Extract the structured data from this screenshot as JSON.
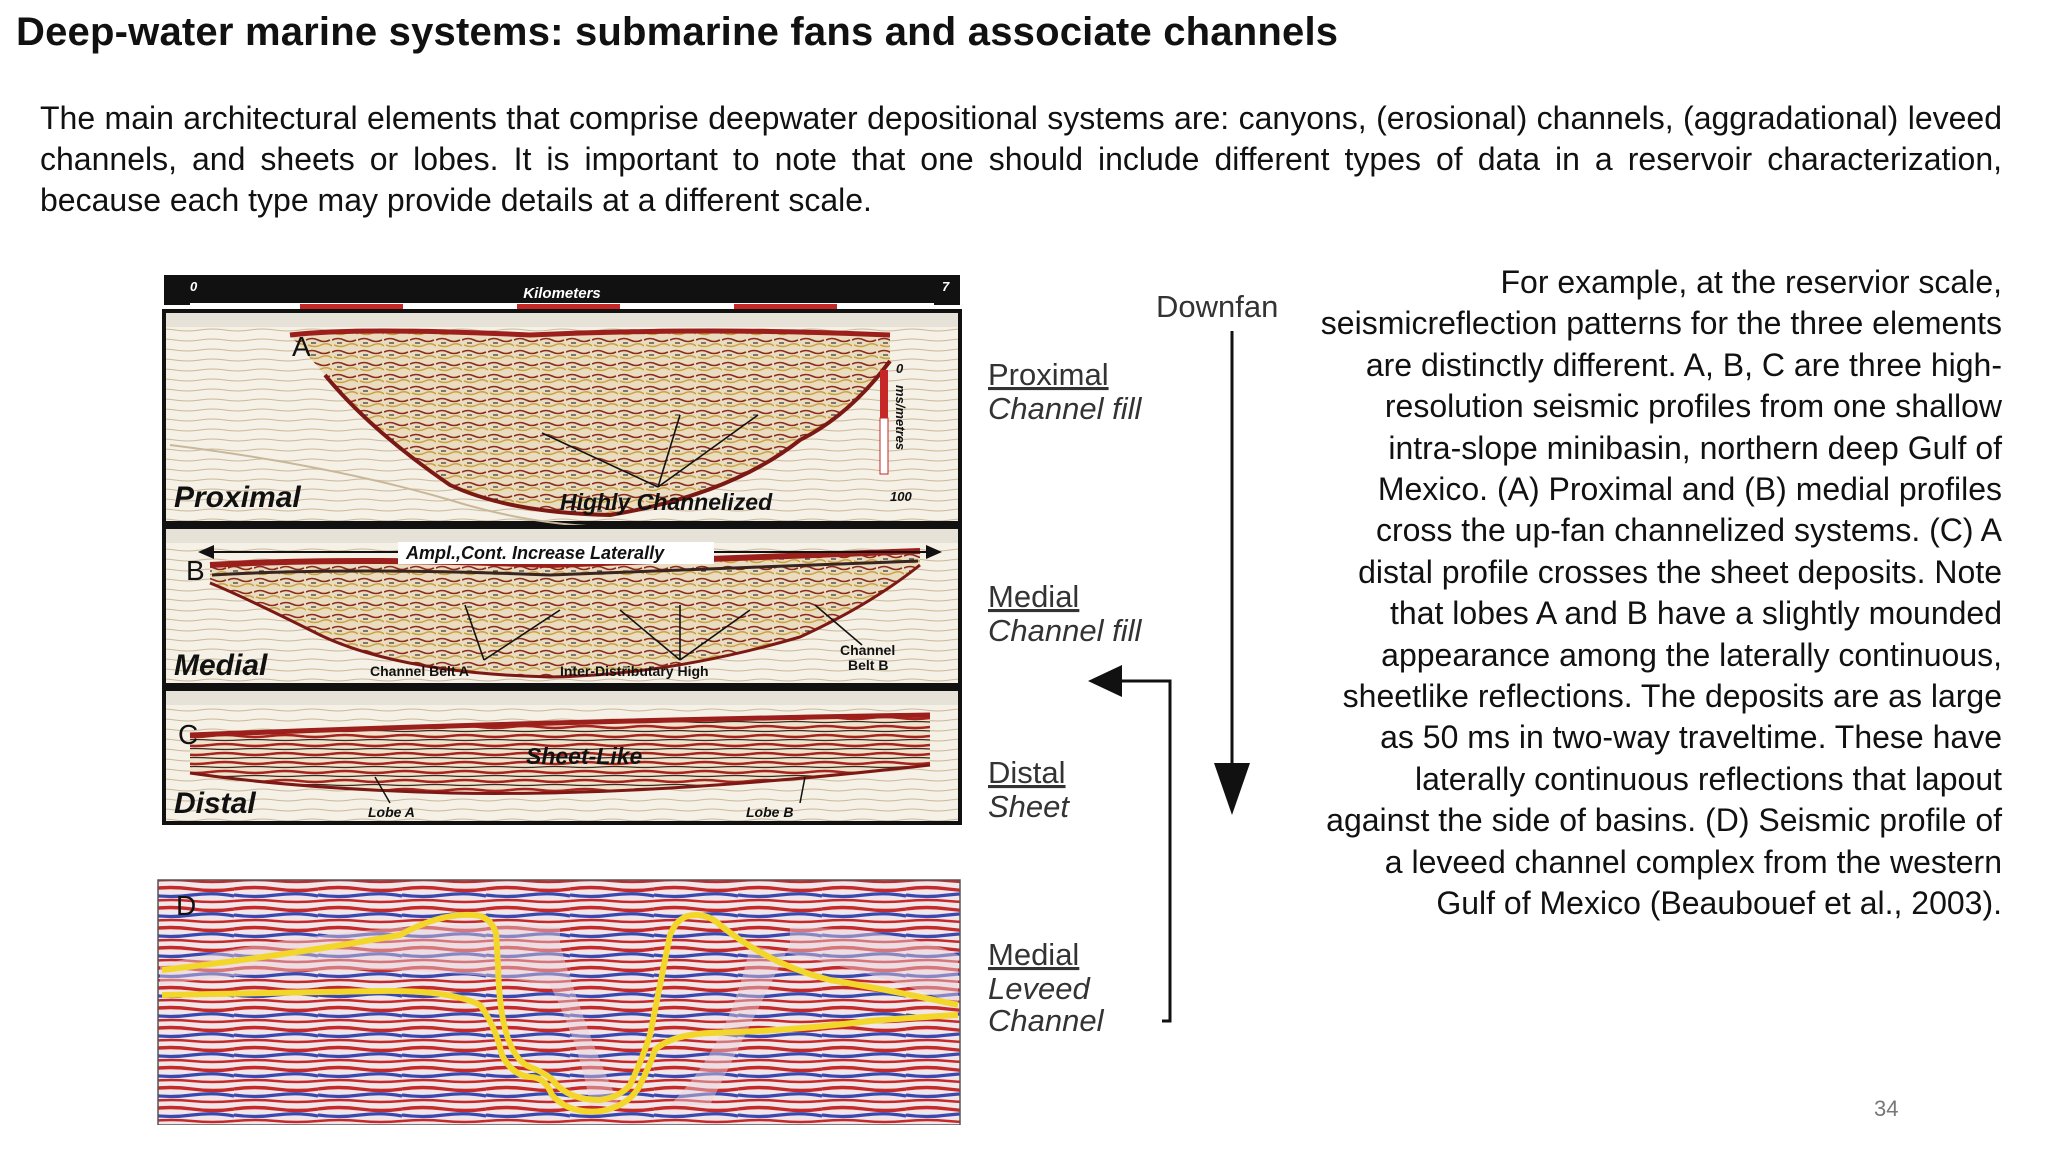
{
  "slide": {
    "title": "Deep-water marine systems: submarine fans and associate channels",
    "intro": "The main architectural elements that comprise deepwater depositional systems are: canyons, (erosional) channels, (aggradational) leveed channels, and sheets or lobes. It is important to note that one should include different types of data in a reservoir characterization, because each type may provide details at a different scale.",
    "side_text": "For example, at the reservior scale, seismicreflection patterns for the three elements are distinctly different. A, B, C are three high-resolution seismic profiles from one shallow intra-slope minibasin, northern deep Gulf of Mexico. (A) Proximal and (B) medial profiles cross the up-fan channelized systems. (C) A distal profile crosses the sheet deposits. Note that lobes A and B have a slightly mounded appearance among the laterally continuous, sheetlike reflections. The deposits are as large as 50 ms in two-way traveltime. These have laterally continuous reflections that lapout against the side of basins. (D) Seismic profile of a leveed channel complex from the western Gulf of Mexico (Beaubouef et al., 2003).",
    "page_number": "34"
  },
  "figure": {
    "scale_bar": {
      "start": "0",
      "label": "Kilometers",
      "end": "7"
    },
    "vertical_scale": {
      "top": "0",
      "unit": "ms/metres",
      "bottom": "100"
    },
    "panels": [
      {
        "letter": "A",
        "zone": "Proximal",
        "labels": [
          "Highly Channelized"
        ]
      },
      {
        "letter": "B",
        "zone": "Medial",
        "labels": [
          "Ampl.,Cont. Increase Laterally",
          "Channel Belt A",
          "Inter-Distributary High",
          "Channel",
          "Belt B"
        ]
      },
      {
        "letter": "C",
        "zone": "Distal",
        "labels": [
          "Sheet-Like",
          "Lobe A",
          "Lobe B"
        ]
      },
      {
        "letter": "D"
      }
    ],
    "legend": [
      {
        "line1": "Proximal",
        "line2": "Channel fill"
      },
      {
        "line1": "Medial",
        "line2": "Channel fill"
      },
      {
        "line1": "Distal",
        "line2": "Sheet"
      },
      {
        "line1": "Medial",
        "line2": "Leveed",
        "line3": "Channel"
      }
    ],
    "downfan_label": "Downfan",
    "colors": {
      "reflector_red": "#b5282b",
      "seismic_blue": "#3344a8",
      "interpretation_yellow": "#f2d62a"
    }
  }
}
